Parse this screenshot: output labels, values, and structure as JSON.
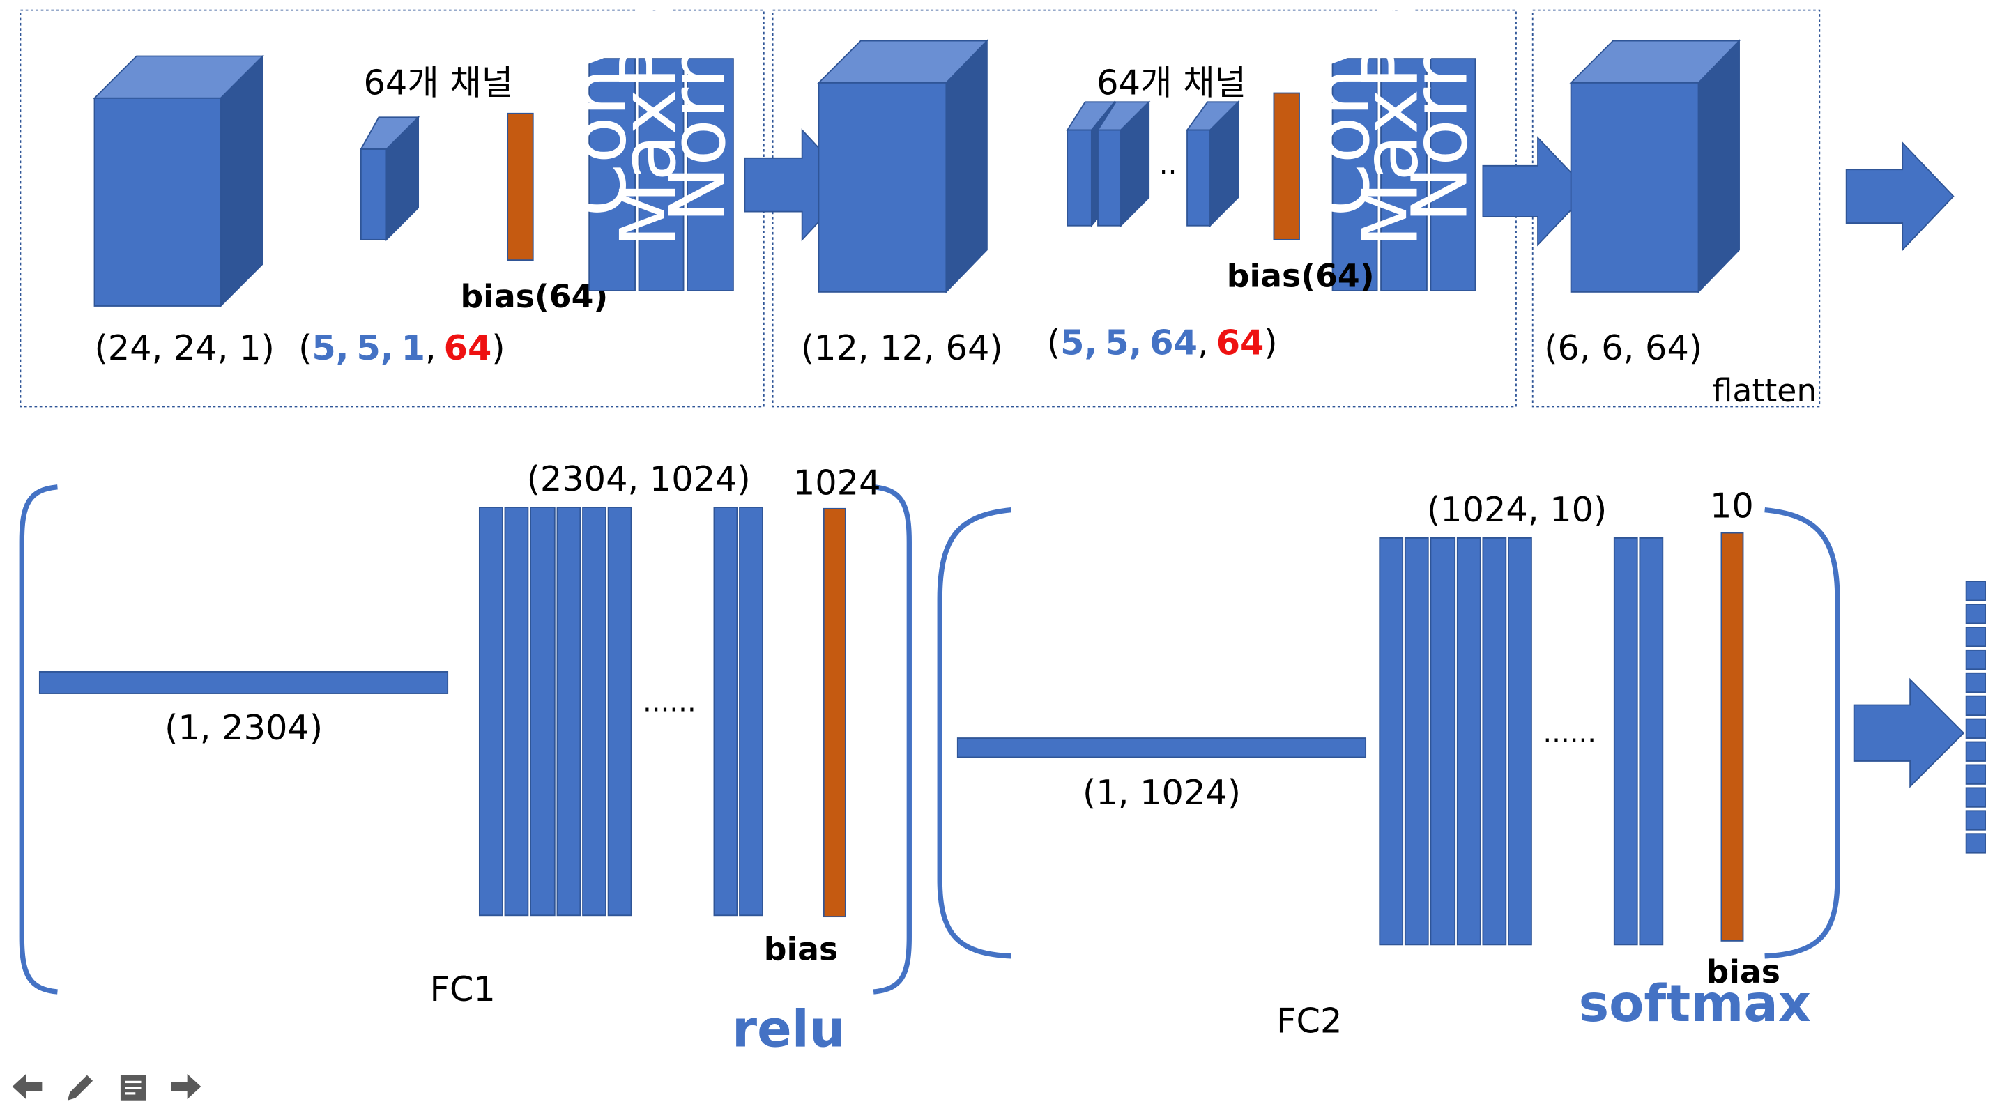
{
  "colors": {
    "box_front": "#4472C4",
    "box_top": "#6A8FD3",
    "box_side": "#2F5597",
    "bias": "#C55A11",
    "accent_text": "#4472C4",
    "highlight_text": "#EE1111",
    "frame": "#2F5597"
  },
  "conv1": {
    "channels_label": "64개 채널",
    "bias_label": "bias(64)",
    "layers": [
      "Conv",
      "MaxPool",
      "Norm"
    ],
    "input_shape": "(24, 24, 1)",
    "filter_shape": {
      "open": "(",
      "a": "5,",
      "b": "5,",
      "c": "1",
      "comma": ",",
      "d": "64",
      "close": ")"
    }
  },
  "conv2": {
    "channels_label": "64개 채널",
    "dots": "..",
    "bias_label": "bias(64)",
    "layers": [
      "Conv",
      "MaxPool",
      "Norm"
    ],
    "input_shape": "(12, 12, 64)",
    "filter_shape": {
      "open": "(",
      "a": "5,",
      "b": "5,",
      "c": "64",
      "comma": ",",
      "d": "64",
      "close": ")"
    }
  },
  "conv3": {
    "input_shape": "(6, 6, 64)",
    "flatten_label": "flatten"
  },
  "fc1": {
    "input_shape": "(1, 2304)",
    "weight_shape": "(2304, 1024)",
    "bias_size": "1024",
    "dots": "......",
    "bias_label": "bias",
    "name": "FC1",
    "activation": "relu"
  },
  "fc2": {
    "input_shape": "(1, 1024)",
    "weight_shape": "(1024, 10)",
    "bias_size": "10",
    "dots": "......",
    "bias_label": "bias",
    "name": "FC2",
    "activation": "softmax"
  },
  "nav": {
    "icons": [
      "arrow-left-icon",
      "pen-icon",
      "note-icon",
      "arrow-right-icon"
    ]
  }
}
